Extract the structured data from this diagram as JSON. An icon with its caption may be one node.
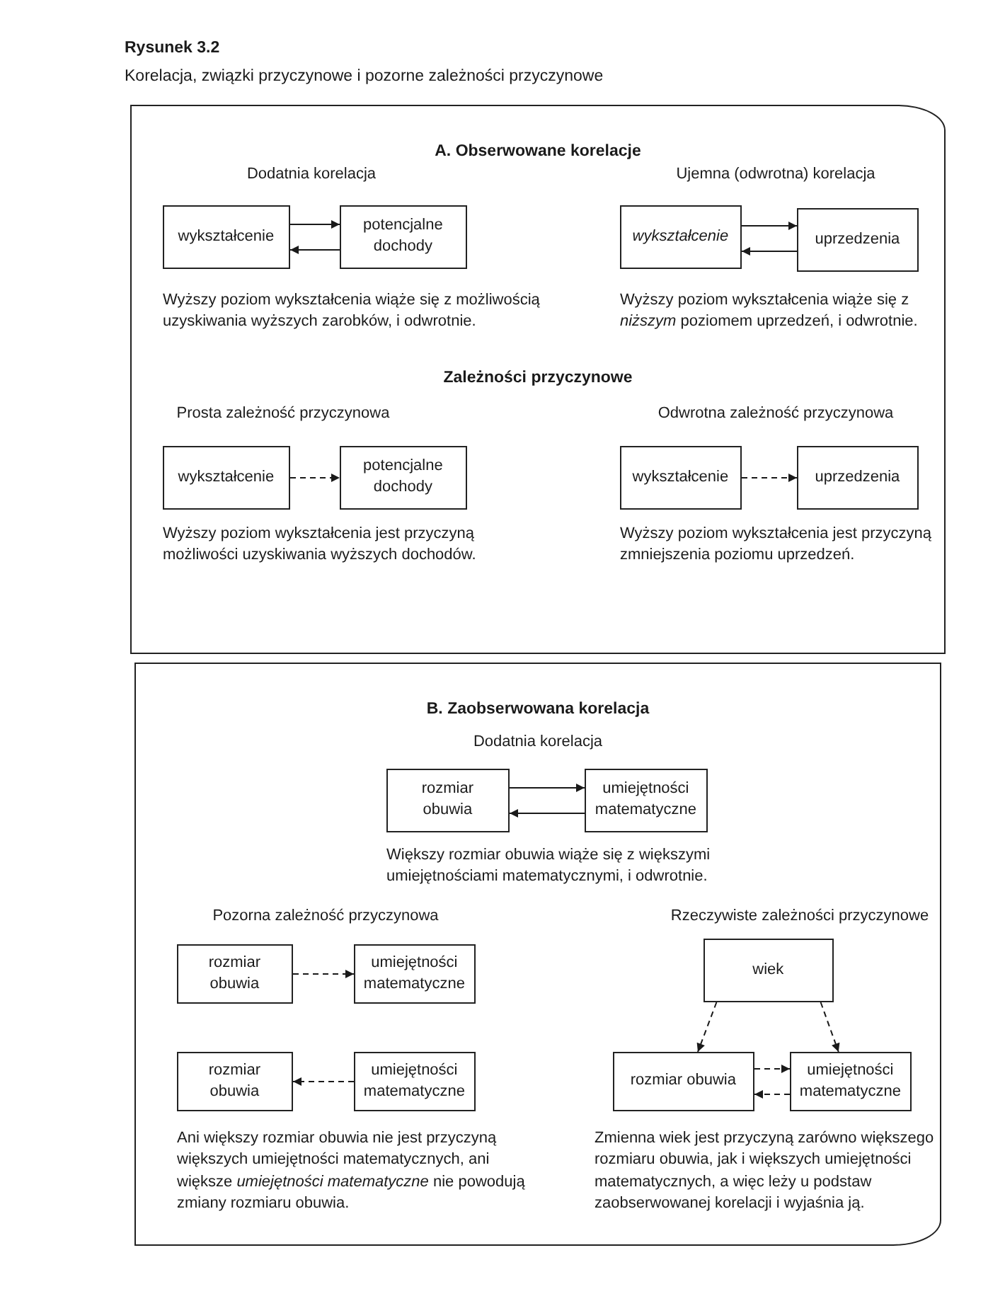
{
  "diagram": {
    "title": "Rysunek 3.2",
    "caption": "Korelacja, związki przyczynowe i pozorne zależności przyczynowe",
    "nodes": [
      {
        "text": [
          "A. Obserwowane korelacje"
        ]
      },
      {
        "text": [
          "wykształcenie"
        ],
        "in": 0
      },
      {
        "text": [
          "potencjalne dochody"
        ],
        "in": 0
      },
      {
        "text": [
          "wykształcenie"
        ],
        "in": 0
      },
      {
        "text": [
          "uprzedzenia"
        ],
        "in": 0
      },
      {
        "text": [
          "wykształcenie"
        ],
        "in": 0
      },
      {
        "text": [
          "potencjalne dochody"
        ],
        "in": 0
      },
      {
        "text": [
          "wykształcenie"
        ],
        "in": 0
      },
      {
        "text": [
          "uprzedzenia"
        ],
        "in": 0
      },
      {
        "text": [
          "B. Zaobserwowana korelacja"
        ]
      },
      {
        "text": [
          "rozmiar obuwia"
        ],
        "in": 9
      },
      {
        "text": [
          "umiejętności matematyczne"
        ],
        "in": 9
      },
      {
        "text": [
          "rozmiar obuwia"
        ],
        "in": 9
      },
      {
        "text": [
          "umiejętności matematyczne"
        ],
        "in": 9
      },
      {
        "text": [
          "rozmiar obuwia"
        ],
        "in": 9
      },
      {
        "text": [
          "umiejętności matematyczne"
        ],
        "in": 9
      },
      {
        "text": [
          "wiek"
        ],
        "in": 9
      },
      {
        "text": [
          "rozmiar obuwia"
        ],
        "in": 9
      },
      {
        "text": [
          "umiejętności matematyczne"
        ],
        "in": 9
      }
    ],
    "edges": [
      {
        "from": 1,
        "to": 2,
        "arrow": "to"
      },
      {
        "from": 2,
        "to": 1,
        "arrow": "to"
      },
      {
        "from": 3,
        "to": 4,
        "arrow": "to"
      },
      {
        "from": 4,
        "to": 3,
        "arrow": "to"
      },
      {
        "from": 5,
        "to": 6,
        "arrow": "to",
        "style": "dashed"
      },
      {
        "from": 7,
        "to": 8,
        "arrow": "to",
        "style": "dashed"
      },
      {
        "from": 10,
        "to": 11,
        "arrow": "to"
      },
      {
        "from": 11,
        "to": 10,
        "arrow": "to"
      },
      {
        "from": 12,
        "to": 13,
        "arrow": "to",
        "style": "dashed"
      },
      {
        "from": 15,
        "to": 14,
        "arrow": "to",
        "style": "dashed"
      },
      {
        "from": 16,
        "to": 17,
        "arrow": "to",
        "style": "dashed"
      },
      {
        "from": 16,
        "to": 18,
        "arrow": "to",
        "style": "dashed"
      },
      {
        "from": 17,
        "to": 18,
        "arrow": "to",
        "style": "dashed"
      },
      {
        "from": 18,
        "to": 17,
        "arrow": "to",
        "style": "dashed"
      }
    ],
    "labels": [
      "Dodatnia korelacja",
      "Ujemna (odwrotna) korelacja",
      "Wyższy poziom wykształcenia wiąże się z możliwością uzyskiwania wyższych zarobków, i odwrotnie.",
      "Wyższy poziom wykształcenia wiąże się z *niższym* poziomem uprzedzeń, i odwrotnie.",
      "Zależności przyczynowe",
      "Prosta zależność przyczynowa",
      "Odwrotna zależność przyczynowa",
      "Wyższy poziom wykształcenia jest przyczyną możliwości uzyskiwania wyższych dochodów.",
      "Wyższy poziom wykształcenia jest przyczyną zmniejszenia poziomu uprzedzeń.",
      "Dodatnia korelacja",
      "Większy rozmiar obuwia wiąże się z większymi umiejętnościami matematycznymi, i odwrotnie.",
      "Pozorna zależność przyczynowa",
      "Rzeczywiste zależności przyczynowe",
      "Ani większy rozmiar obuwia nie jest przyczyną większych umiejętności matematycznych, ani większe *umiejętności matematyczne* nie powodują zmiany rozmiaru obuwia.",
      "Zmienna wiek jest przyczyną zarówno większego rozmiaru obuwia, jak i większych umiejętności matematycznych, a więc leży u podstaw zaobserwowanej korelacji i wyjaśnia ją."
    ]
  }
}
